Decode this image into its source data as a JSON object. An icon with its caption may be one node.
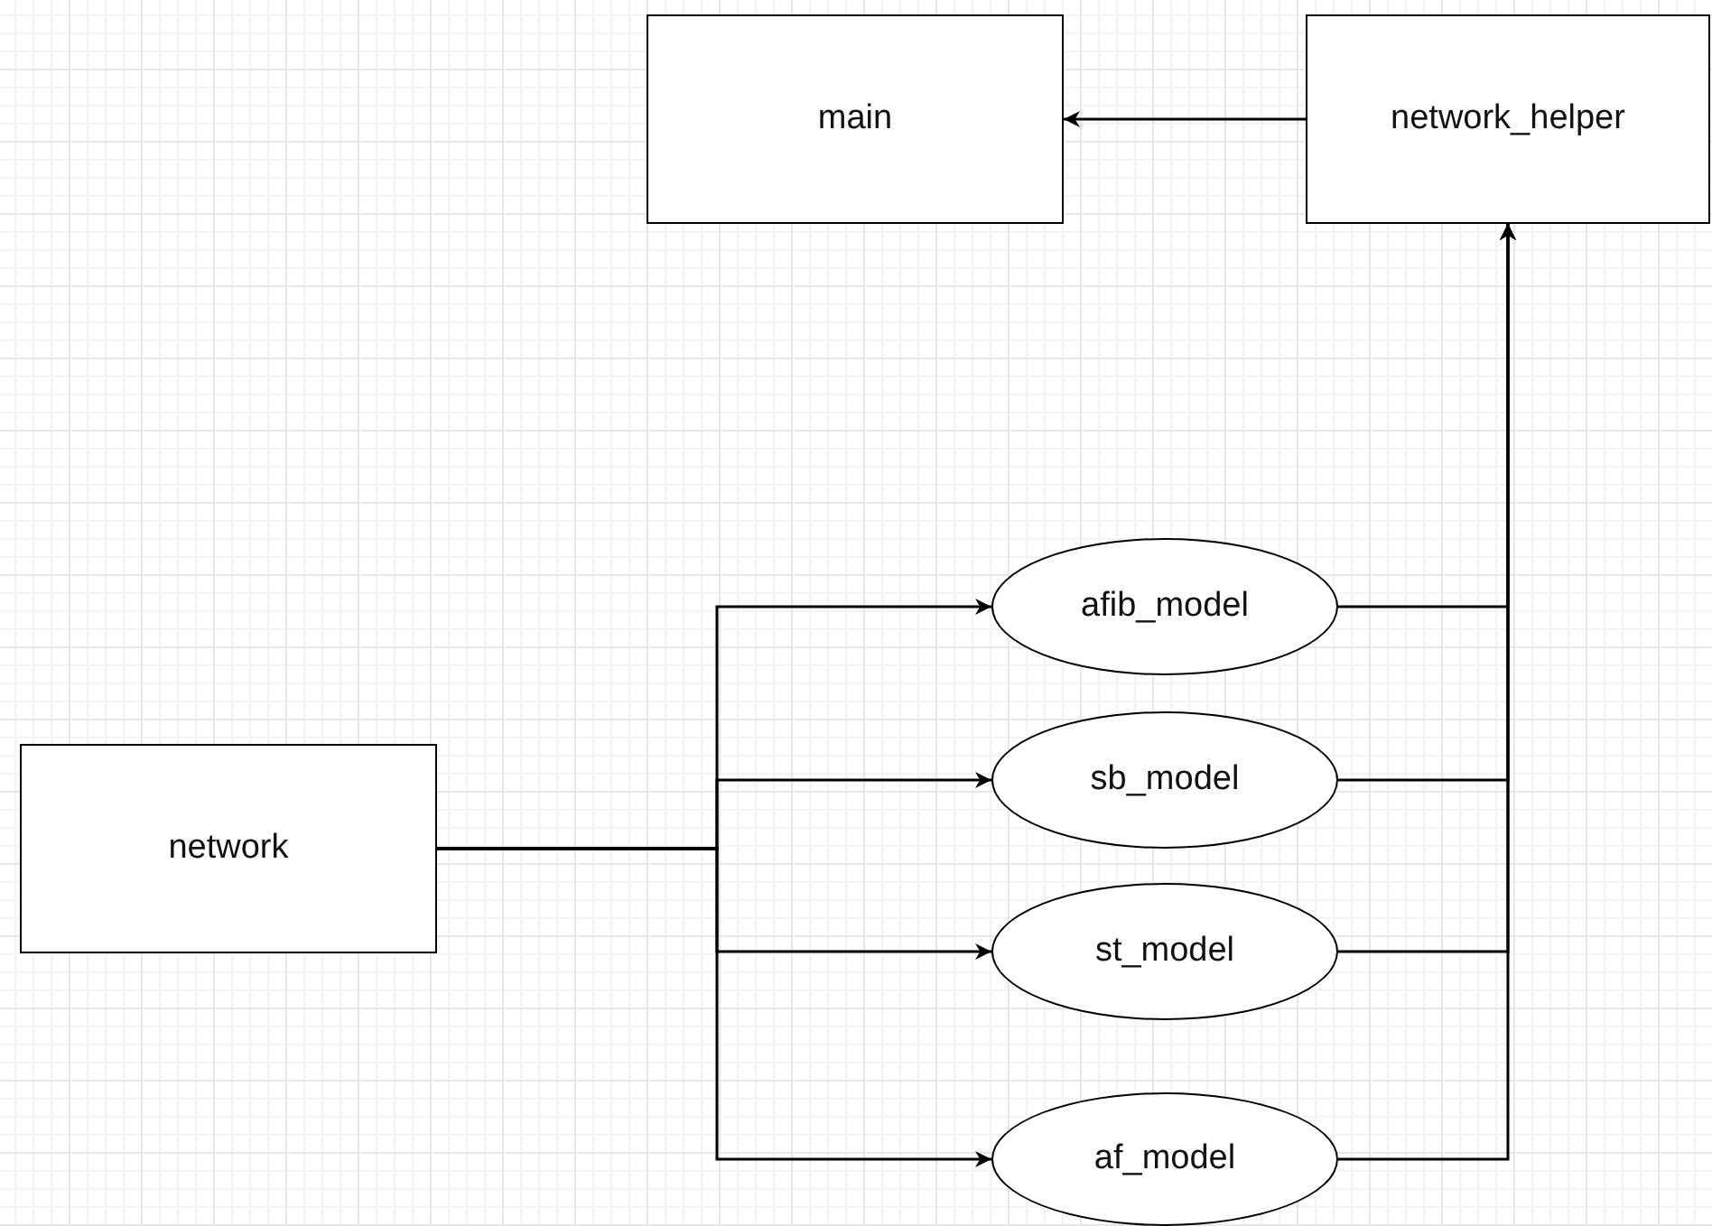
{
  "diagram": {
    "nodes": [
      {
        "text": [
          "main"
        ]
      },
      {
        "text": [
          "network_helper"
        ]
      },
      {
        "text": [
          "afib_model"
        ]
      },
      {
        "text": [
          "sb_model"
        ]
      },
      {
        "text": [
          "st_model"
        ]
      },
      {
        "text": [
          "af_model"
        ]
      },
      {
        "text": [
          "network"
        ]
      }
    ],
    "edges": [
      {
        "from": 1,
        "to": 0,
        "arrow": "to"
      },
      {
        "from": 6,
        "to": 2,
        "arrow": "to"
      },
      {
        "from": 6,
        "to": 3,
        "arrow": "to"
      },
      {
        "from": 6,
        "to": 4,
        "arrow": "to"
      },
      {
        "from": 6,
        "to": 5,
        "arrow": "to"
      },
      {
        "from": 2,
        "to": 1,
        "arrow": "to"
      },
      {
        "from": 3,
        "to": 1,
        "arrow": "to"
      },
      {
        "from": 4,
        "to": 1,
        "arrow": "to"
      },
      {
        "from": 5,
        "to": 1,
        "arrow": "to"
      }
    ]
  }
}
